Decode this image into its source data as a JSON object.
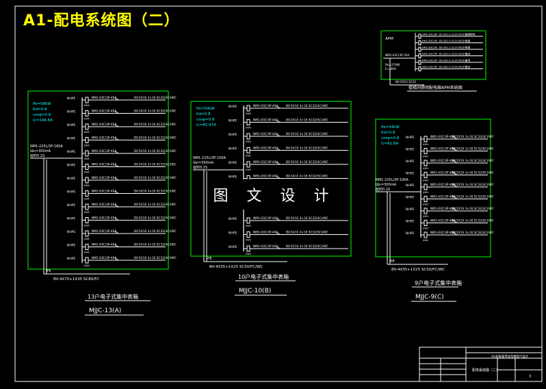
{
  "title": "A1-配电系统图（二）",
  "watermark": "图 文 设 计",
  "colors": {
    "frame": "#ffffff",
    "box": "#00ff00",
    "circuit": "#ffffff",
    "text": "#ffffff",
    "accent": "#00ffff",
    "title": "#ffff00"
  },
  "panel_a": {
    "params": [
      "Pe=58kW",
      "Kd=0.8",
      "cosφ=0.8",
      "Ic=146.6A"
    ],
    "main_breaker": [
      "NM1-225L/3P-160A",
      "IΔn=300mA",
      "延时0.2S"
    ],
    "branch_type": "NHPE",
    "branch_breaker": "NM1-63C/3P-40A",
    "branch_cable": "BV-5X10 3×16 SC32(SC)/WC",
    "pe": "PE",
    "feeder": "BV-4X70+1X35 SC80/FC",
    "name": "13户电子式集中表箱",
    "code": "MJJC-13(A)"
  },
  "panel_b": {
    "params": [
      "Pe=50kW",
      "Kd=0.8",
      "cosφ=0.8",
      "Ic=85.97A"
    ],
    "main_breaker": [
      "NM1-225L/3P-100A",
      "IΔn=300mA",
      "延时0.2S"
    ],
    "branch_type": "NHPE",
    "branch_breaker": "NM1-63C/3P-40A",
    "branch_cable": "BV-5X10 3×16 SC32(SC)/WC",
    "pe": "PE",
    "feeder": "BV-4X35+1X25 SC50/FC/WC",
    "name": "10户电子式集中表箱",
    "code": "MJJC-10(B)"
  },
  "panel_c": {
    "params": [
      "Pe=54kW",
      "Kd=0.8",
      "cosφ=0.8",
      "Ic=81.8A"
    ],
    "main_breaker": [
      "NM1-225L/3P-100A",
      "IΔn=300mA",
      "延时0.2S"
    ],
    "branch_type": "NHPE",
    "branch_breaker": "NM1-63C/3P-40A",
    "branch_cable": "BV-5X10 3×16 SC32(SC)/WC",
    "pe": "PE",
    "feeder": "BV-4X35+1X25 SC50/FC/WC",
    "name": "9户电子式集中表箱",
    "code": "MJJC-9(C)"
  },
  "panel_d": {
    "label": "APM",
    "rows": [
      {
        "breaker": "NM1-63C/3P",
        "cable": "BV-3X2.5 SC20 WC/FC",
        "use": "楼梯照明"
      },
      {
        "breaker": "NM1-63C/3P",
        "cable": "BV-3X2.5 SC20 WC/FC",
        "use": "电梯"
      },
      {
        "breaker": "NM1-63C/3P",
        "cable": "BV-3X2.5 SC20 WC/FC",
        "use": "电梯"
      },
      {
        "breaker": "NM1-63C/3P",
        "cable": "BV-3X2.5 SC20 WC/FC",
        "use": "备用"
      },
      {
        "breaker": "NM1-63C/3P",
        "cable": "BV-3X2.5 SC20 WC/FC",
        "use": "备用"
      },
      {
        "breaker": "NM1-63C/3P",
        "cable": "BV-3X2.5 SC20 WC/FC",
        "use": "备用"
      }
    ],
    "main_breaker": "NM1-63C/3P-32A",
    "params": [
      "Pe=27kW",
      "Ic=40A"
    ],
    "feeder": "BV-5X16 SC32",
    "name": "楼梯间照明配电箱APM系统图"
  },
  "titleblock": {
    "drawing_name": "XX县某城市住宅楼电气设计",
    "project": "配电系统图（二）",
    "sheet": "3"
  }
}
